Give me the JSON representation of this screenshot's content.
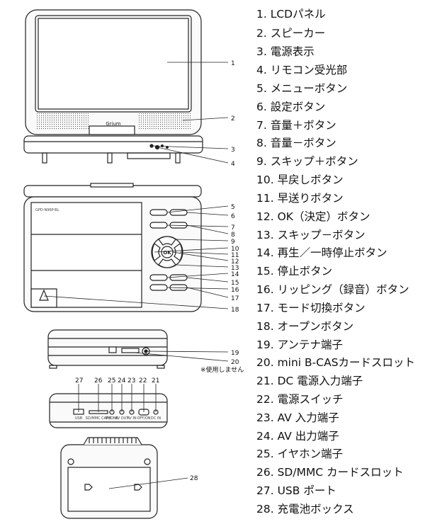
{
  "callouts": {
    "c1": "1",
    "c2": "2",
    "c3": "3",
    "c4": "4",
    "c5": "5",
    "c6": "6",
    "c7": "7",
    "c8": "8",
    "c9": "9",
    "c10": "10",
    "c11": "11",
    "c12": "12",
    "c13": "13",
    "c14": "14",
    "c15": "15",
    "c16": "16",
    "c17": "17",
    "c18": "18",
    "c19": "19",
    "c20": "20",
    "c21": "21",
    "c22": "22",
    "c23": "23",
    "c24": "24",
    "c25": "25",
    "c26": "26",
    "c27": "27",
    "c28": "28"
  },
  "brand_logo": "Grium",
  "model_label": "GPD-N96P-BL",
  "ok_button": "OK",
  "unused_note": "※使用しません",
  "port_labels": {
    "usb": "USB",
    "sd": "SD/MMC CARD",
    "phone": "PHONE",
    "av_out": "AV OUT",
    "av_in": "AV IN",
    "power": "OFF/ON",
    "dc": "DC IN"
  },
  "parts": [
    "1. LCDパネル",
    "2. スピーカー",
    "3. 電源表示",
    "4. リモコン受光部",
    "5. メニューボタン",
    "6. 設定ボタン",
    "7. 音量＋ボタン",
    "8. 音量－ボタン",
    "9. スキップ＋ボタン",
    "10. 早戻しボタン",
    "11. 早送りボタン",
    "12. OK（決定）ボタン",
    "13. スキップ－ボタン",
    "14. 再生／一時停止ボタン",
    "15. 停止ボタン",
    "16. リッピング（録音）ボタン",
    "17. モード切換ボタン",
    "18. オープンボタン",
    "19. アンテナ端子",
    "20. mini B-CASカードスロット",
    "21. DC 電源入力端子",
    "22. 電源スイッチ",
    "23. AV 入力端子",
    "24. AV 出力端子",
    "25. イヤホン端子",
    "26. SD/MMC カードスロット",
    "27. USB ポート",
    "28. 充電池ボックス"
  ]
}
